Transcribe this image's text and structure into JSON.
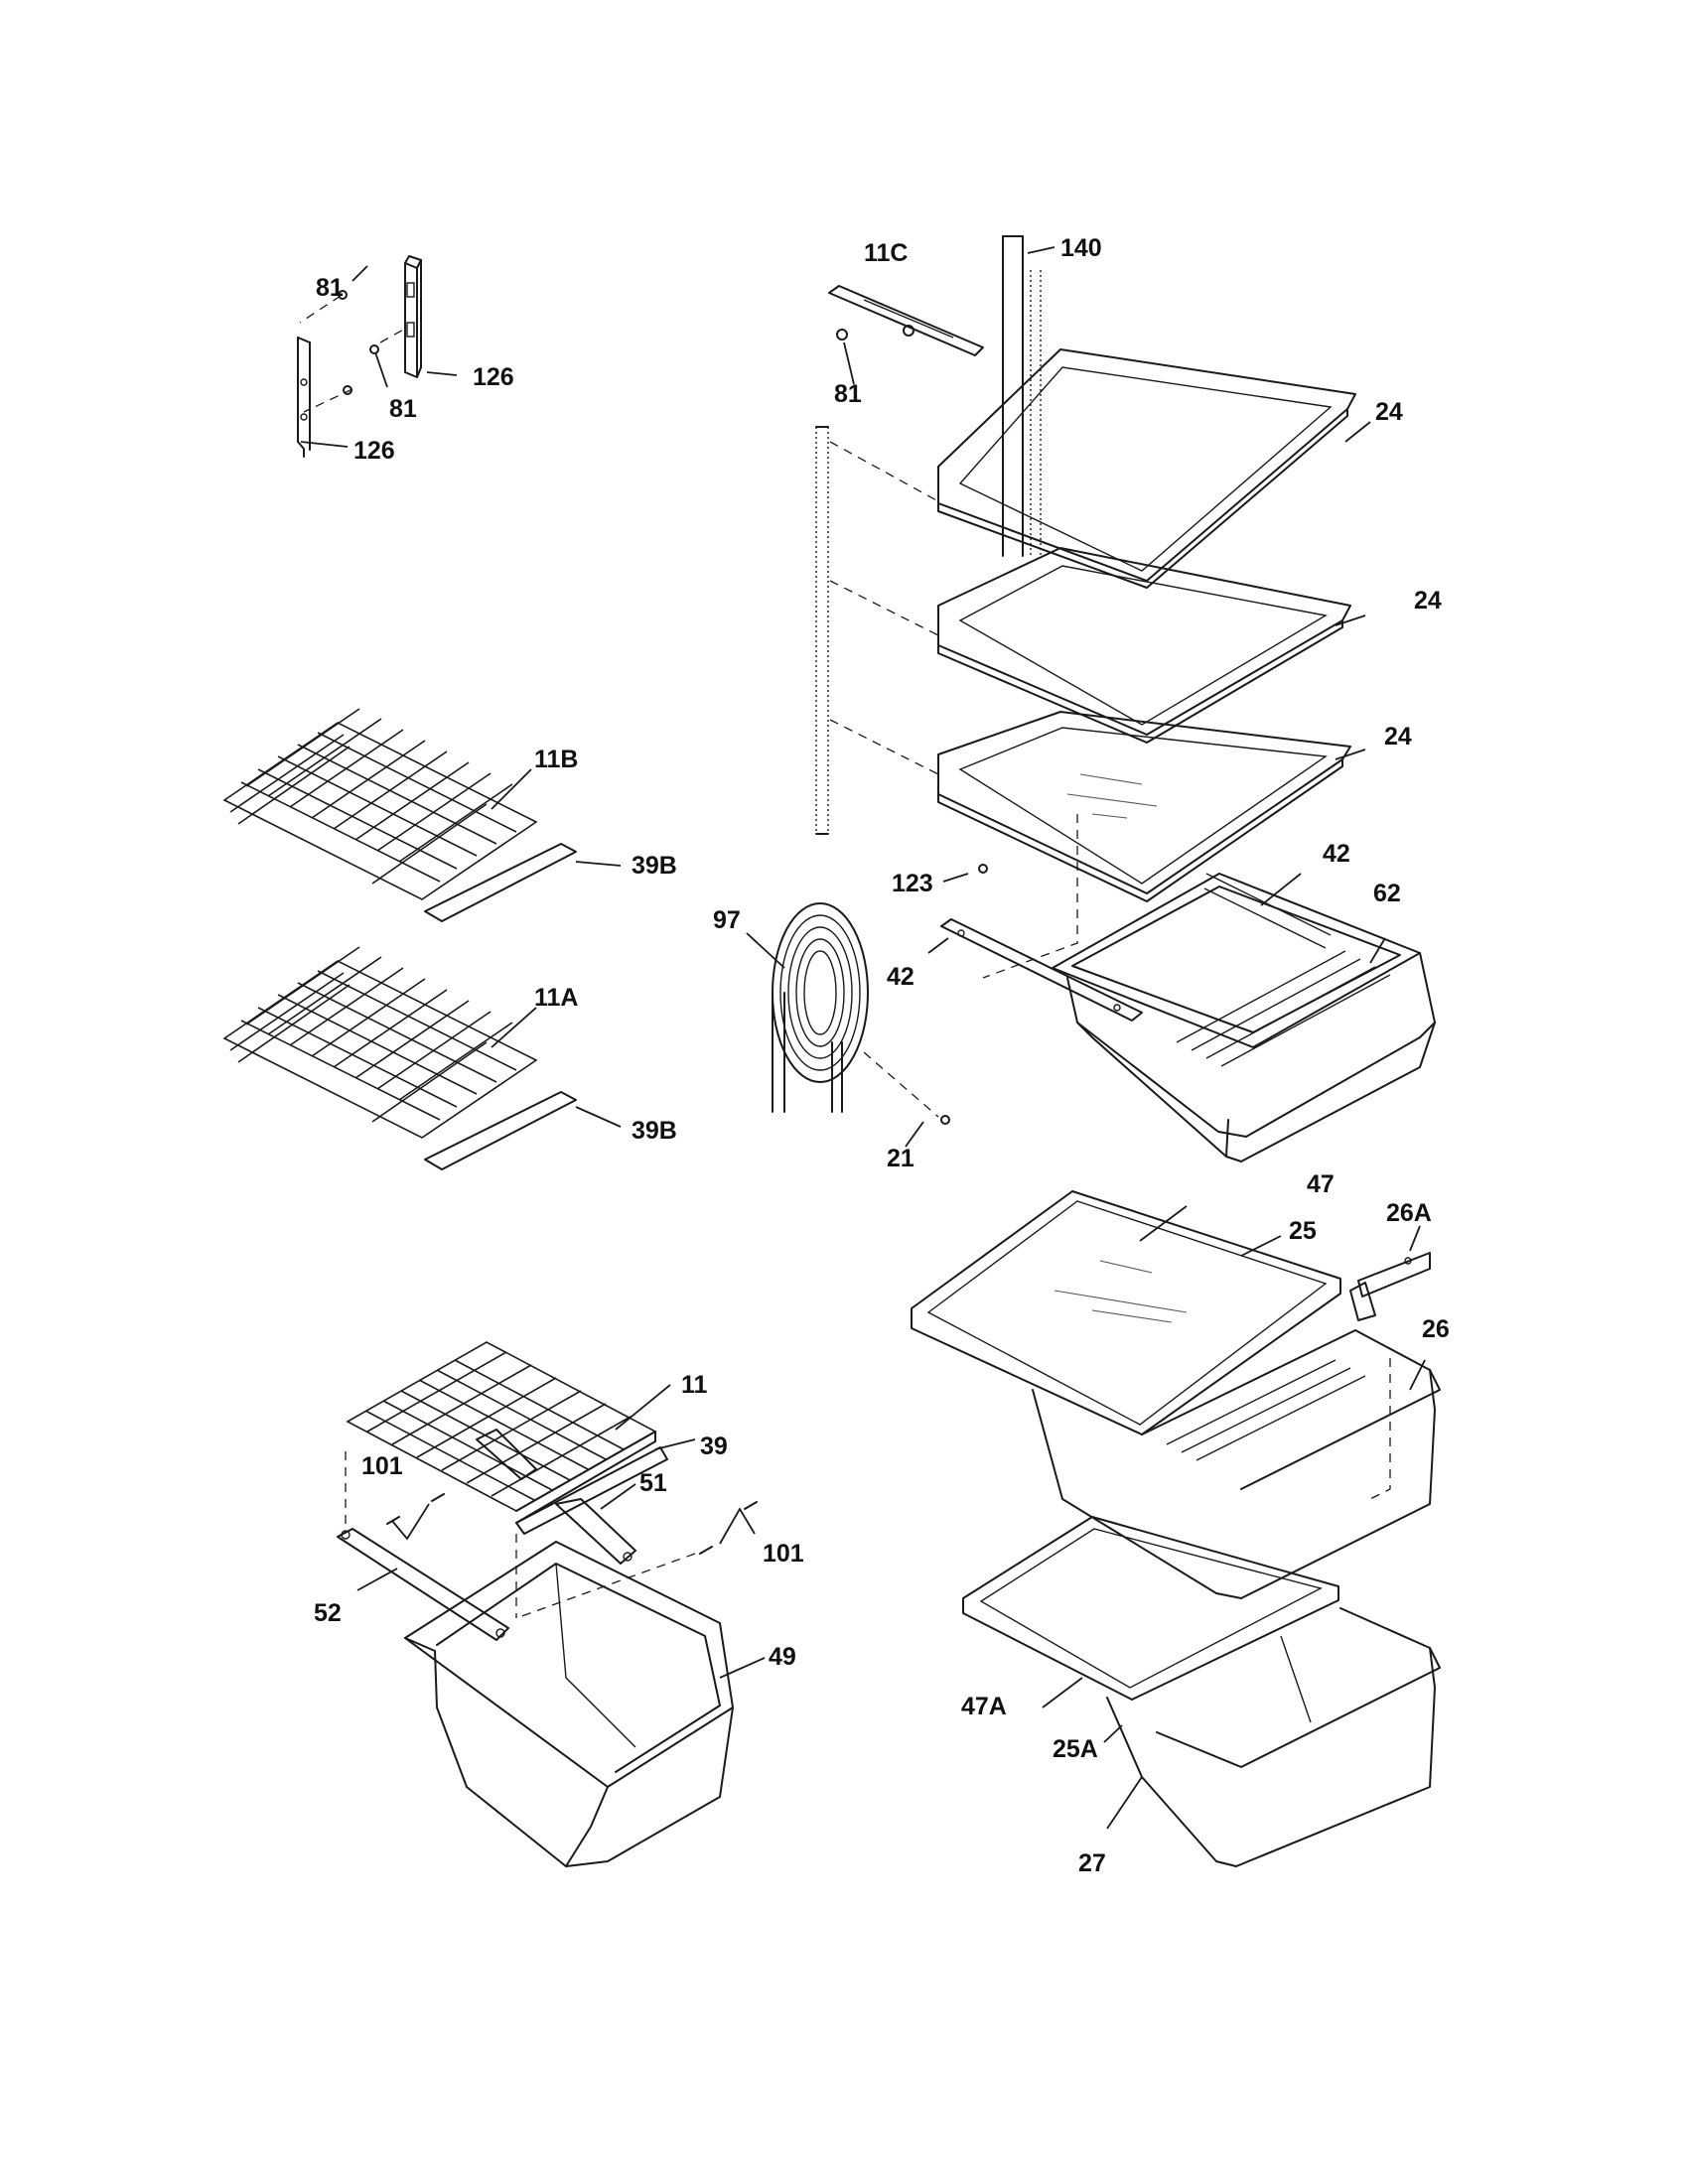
{
  "diagram": {
    "callouts": {
      "c140": "140",
      "c11C": "11C",
      "c81_tl": "81",
      "c126_top": "126",
      "c81_ml": "81",
      "c126_bot": "126",
      "c81_mid": "81",
      "c24_a": "24",
      "c24_b": "24",
      "c24_c": "24",
      "c11B": "11B",
      "c39B_a": "39B",
      "c11A": "11A",
      "c39B_b": "39B",
      "c123": "123",
      "c42_a": "42",
      "c62": "62",
      "c97": "97",
      "c42_b": "42",
      "c21": "21",
      "c47": "47",
      "c26A": "26A",
      "c25": "25",
      "c26": "26",
      "c11": "11",
      "c39": "39",
      "c101_a": "101",
      "c51": "51",
      "c101_b": "101",
      "c52": "52",
      "c49": "49",
      "c47A": "47A",
      "c25A": "25A",
      "c27": "27"
    }
  }
}
